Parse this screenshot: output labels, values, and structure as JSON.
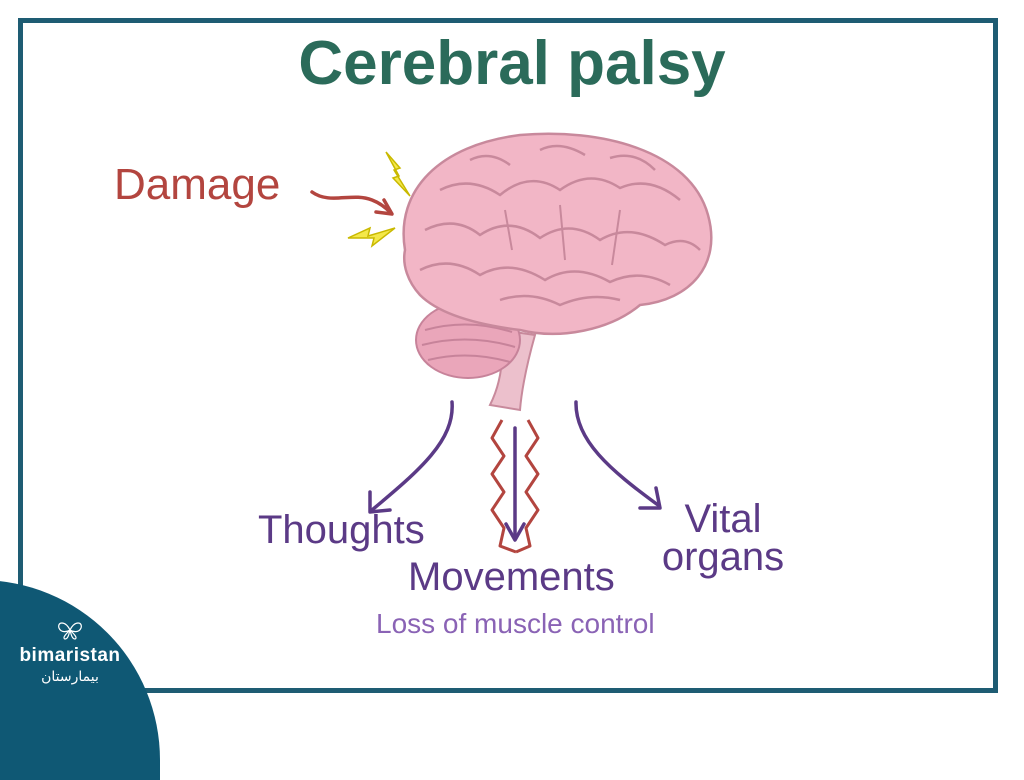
{
  "title": "Cerebral palsy",
  "labels": {
    "damage": "Damage",
    "thoughts": "Thoughts",
    "movements": "Movements",
    "vital_line1": "Vital",
    "vital_line2": "organs",
    "loss": "Loss of muscle control"
  },
  "logo": {
    "name": "bimaristan",
    "arabic": "بيمارستان"
  },
  "icons": {
    "brain": "brain-icon",
    "lightning": "lightning-bolt-icon",
    "logo_mark": "butterfly-logo-icon"
  },
  "colors": {
    "frame": "#1e5c73",
    "title": "#2b6b5a",
    "damage": "#b3453f",
    "outcome": "#5b3a86",
    "loss": "#8a63b5",
    "brain": "#f2b6c6",
    "bolt": "#f4e84a",
    "logo_bg": "#0f5874"
  }
}
